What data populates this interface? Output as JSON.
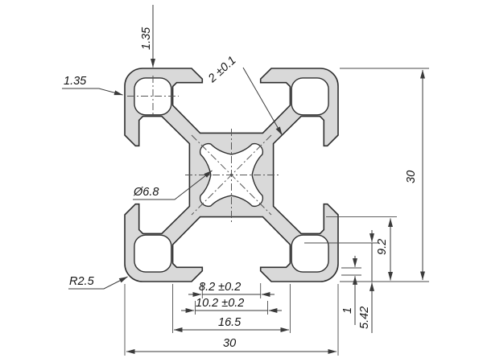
{
  "dimensions": {
    "top_wall": "1.35",
    "left_wall": "1.35",
    "slot_lip_thickness": "2 ±0.1",
    "overall_height": "30",
    "center_bore": "Ø6.8",
    "slot_depth": "9.2",
    "slot_opening": "8.2 ±0.2",
    "slot_mouth": "10.2 ±0.2",
    "slot_inner_width": "16.5",
    "overall_width": "30",
    "lip_step": "1",
    "lip_height": "5.42",
    "corner_radius": "R2.5"
  },
  "colors": {
    "profile_fill": "#d9d9d9",
    "outline": "#2e2e2e",
    "dimension_line": "#3a3a3a",
    "text": "#141414",
    "background": "#ffffff"
  }
}
